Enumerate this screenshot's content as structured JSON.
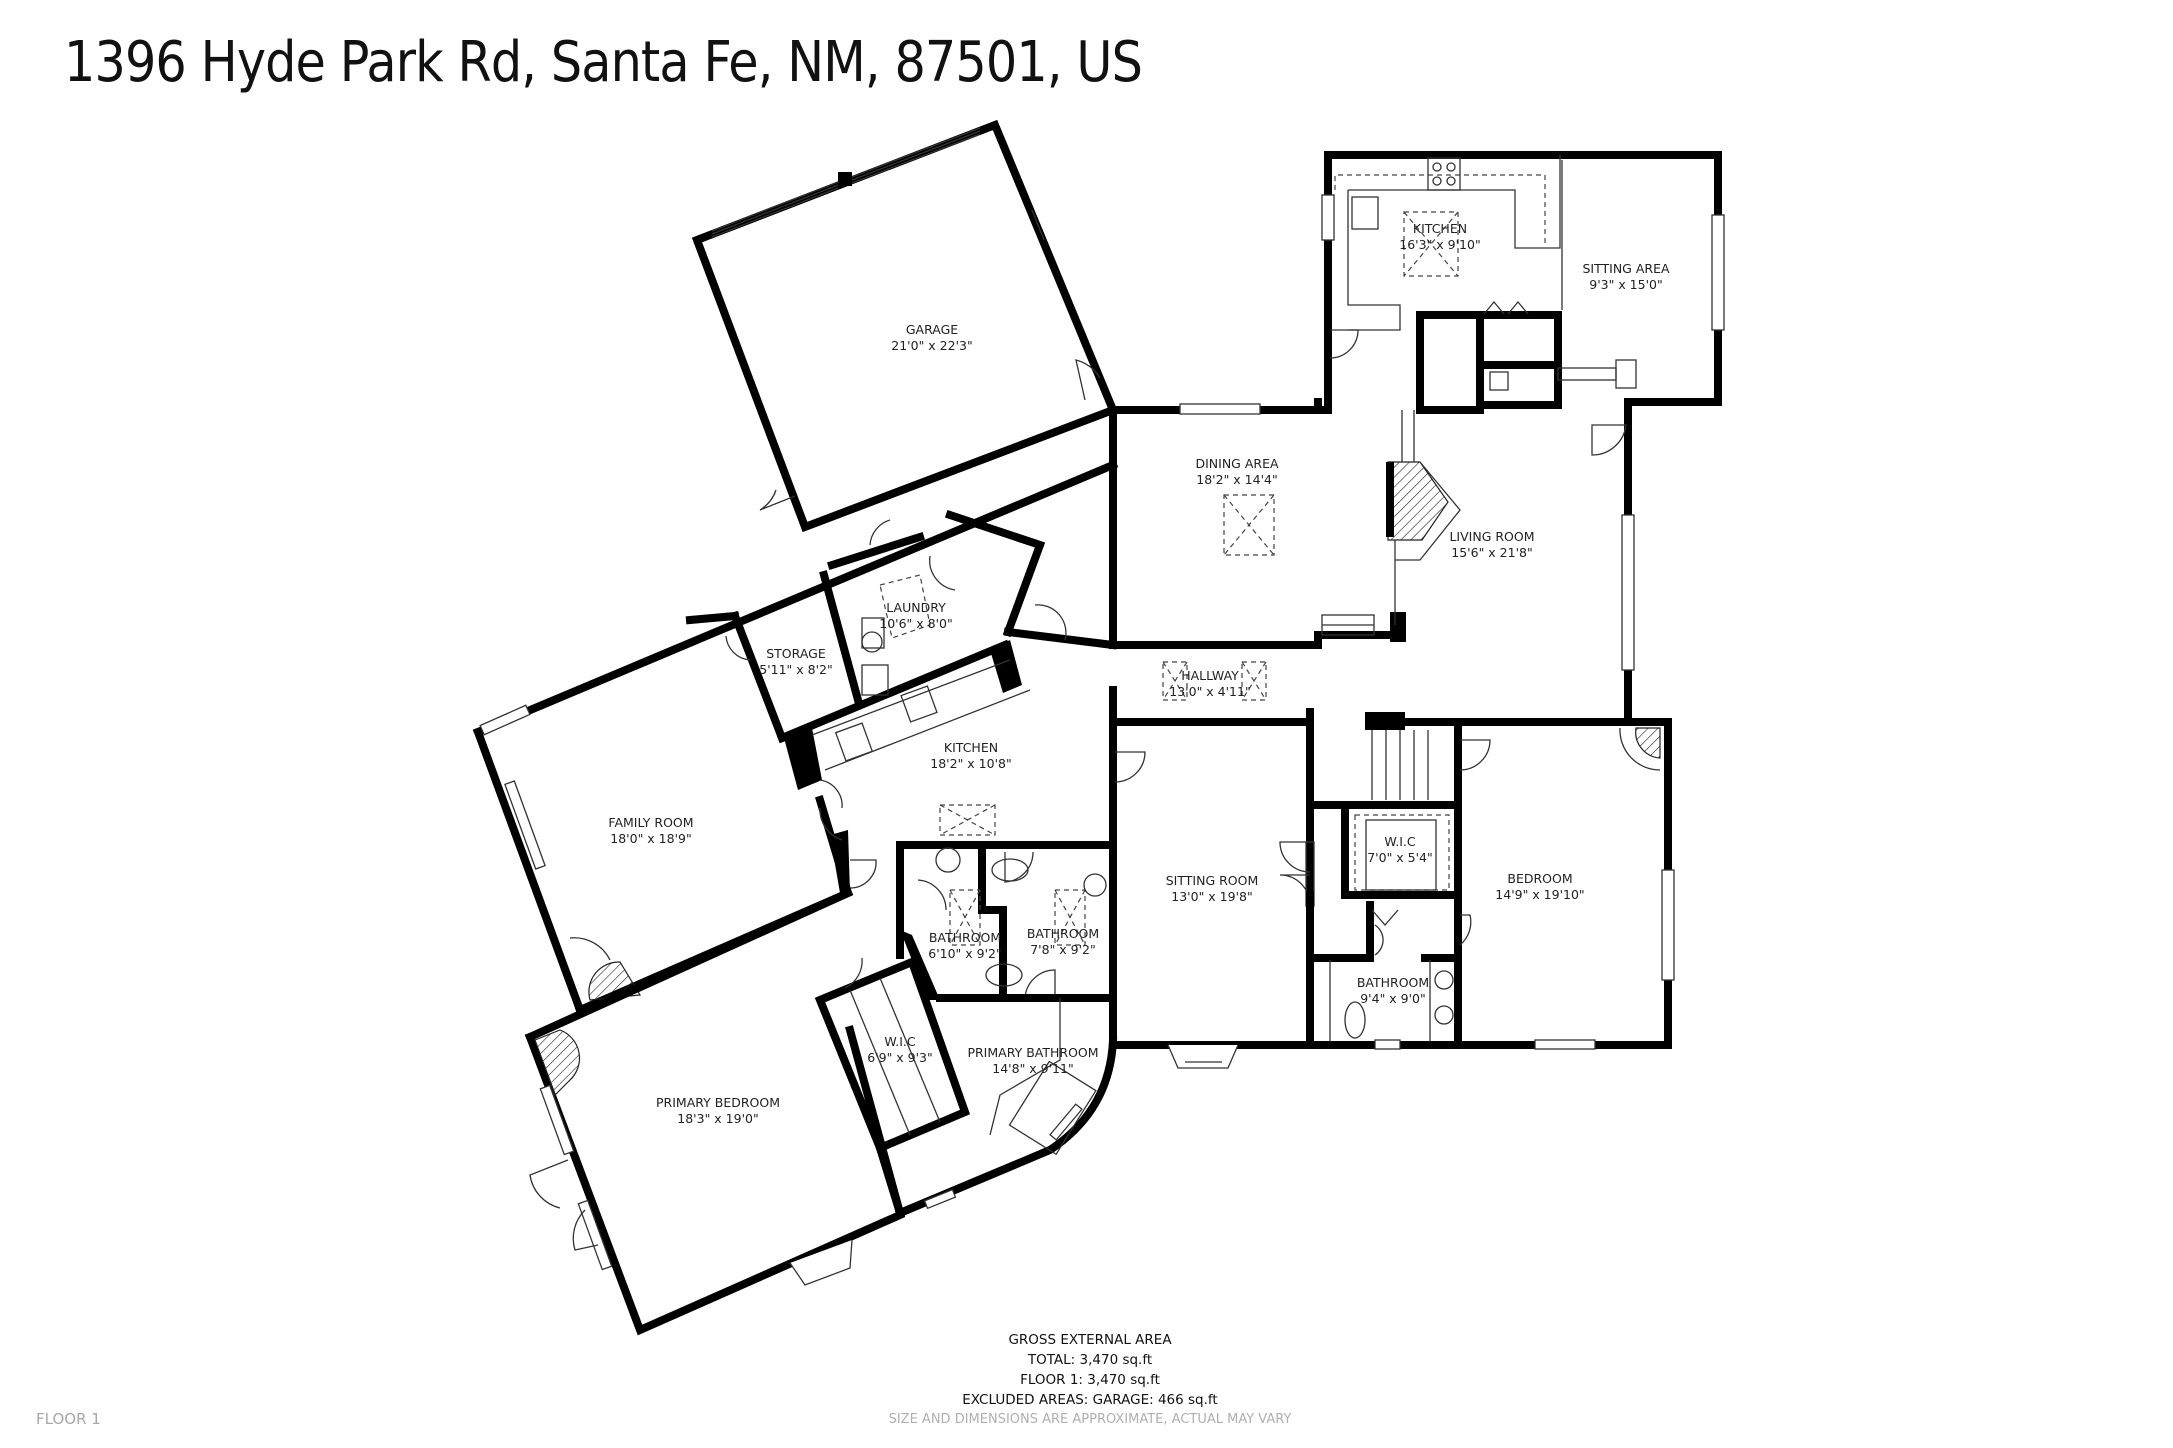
{
  "header": {
    "address": "1396 Hyde Park Rd, Santa Fe, NM, 87501, US"
  },
  "rooms": [
    {
      "id": "garage",
      "name": "GARAGE",
      "dims": "21'0\" x 22'3\""
    },
    {
      "id": "kitchen-upper",
      "name": "KITCHEN",
      "dims": "16'3\" x 9'10\""
    },
    {
      "id": "sitting-area",
      "name": "SITTING AREA",
      "dims": "9'3\" x 15'0\""
    },
    {
      "id": "dining-area",
      "name": "DINING AREA",
      "dims": "18'2\" x 14'4\""
    },
    {
      "id": "living-room",
      "name": "LIVING ROOM",
      "dims": "15'6\" x 21'8\""
    },
    {
      "id": "laundry",
      "name": "LAUNDRY",
      "dims": "10'6\" x 8'0\""
    },
    {
      "id": "storage",
      "name": "STORAGE",
      "dims": "5'11\" x 8'2\""
    },
    {
      "id": "hallway",
      "name": "HALLWAY",
      "dims": "13'0\" x 4'11\""
    },
    {
      "id": "kitchen-lower",
      "name": "KITCHEN",
      "dims": "18'2\" x 10'8\""
    },
    {
      "id": "family-room",
      "name": "FAMILY ROOM",
      "dims": "18'0\" x 18'9\""
    },
    {
      "id": "bathroom-1",
      "name": "BATHROOM",
      "dims": "6'10\" x 9'2\""
    },
    {
      "id": "bathroom-2",
      "name": "BATHROOM",
      "dims": "7'8\" x 9'2\""
    },
    {
      "id": "sitting-room",
      "name": "SITTING ROOM",
      "dims": "13'0\" x 19'8\""
    },
    {
      "id": "wic-bedroom",
      "name": "W.I.C",
      "dims": "7'0\" x 5'4\""
    },
    {
      "id": "bedroom",
      "name": "BEDROOM",
      "dims": "14'9\" x 19'10\""
    },
    {
      "id": "bathroom-3",
      "name": "BATHROOM",
      "dims": "9'4\" x 9'0\""
    },
    {
      "id": "wic-primary",
      "name": "W.I.C",
      "dims": "6'9\" x 9'3\""
    },
    {
      "id": "primary-bathroom",
      "name": "PRIMARY BATHROOM",
      "dims": "14'8\" x 9'11\""
    },
    {
      "id": "primary-bedroom",
      "name": "PRIMARY BEDROOM",
      "dims": "18'3\" x 19'0\""
    }
  ],
  "summary": {
    "heading": "GROSS EXTERNAL AREA",
    "total": "TOTAL: 3,470 sq.ft",
    "floor": "FLOOR 1: 3,470 sq.ft",
    "excluded": "EXCLUDED AREAS: GARAGE: 466 sq.ft",
    "disclaimer": "SIZE AND DIMENSIONS ARE APPROXIMATE, ACTUAL MAY VARY"
  },
  "footer": {
    "floor_label": "FLOOR 1"
  },
  "colors": {
    "wall": "#000000",
    "text": "#222222",
    "disclaimer": "#b0b0b0",
    "background": "#ffffff"
  }
}
